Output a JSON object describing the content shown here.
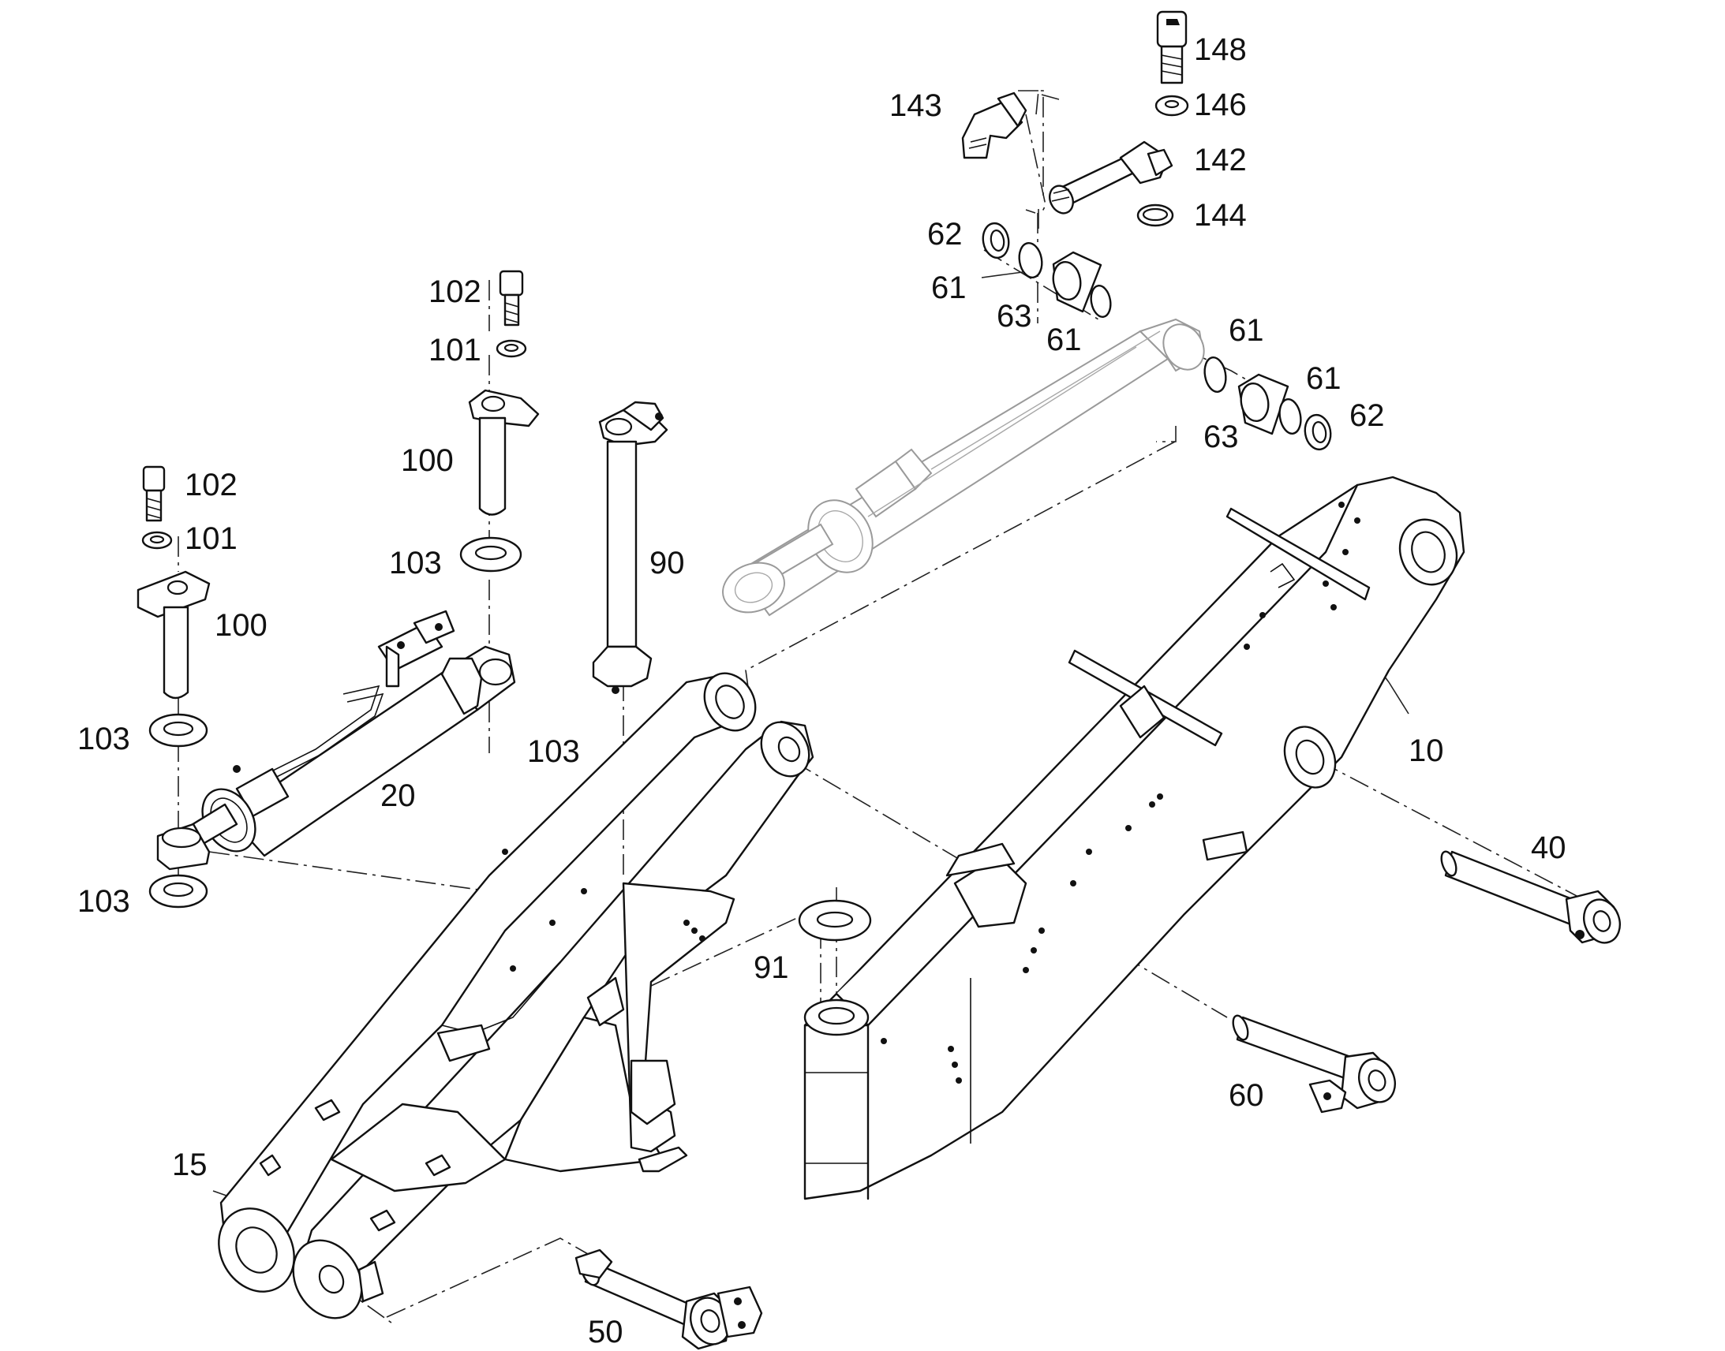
{
  "callouts": [
    {
      "id": "c148",
      "label": "148"
    },
    {
      "id": "c146",
      "label": "146"
    },
    {
      "id": "c143",
      "label": "143"
    },
    {
      "id": "c142",
      "label": "142"
    },
    {
      "id": "c144",
      "label": "144"
    },
    {
      "id": "c62a",
      "label": "62"
    },
    {
      "id": "c61a",
      "label": "61"
    },
    {
      "id": "c63a",
      "label": "63"
    },
    {
      "id": "c61b",
      "label": "61"
    },
    {
      "id": "c61c",
      "label": "61"
    },
    {
      "id": "c61d",
      "label": "61"
    },
    {
      "id": "c62b",
      "label": "62"
    },
    {
      "id": "c63b",
      "label": "63"
    },
    {
      "id": "c102a",
      "label": "102"
    },
    {
      "id": "c101a",
      "label": "101"
    },
    {
      "id": "c100a",
      "label": "100"
    },
    {
      "id": "c103a",
      "label": "103"
    },
    {
      "id": "c90",
      "label": "90"
    },
    {
      "id": "c102b",
      "label": "102"
    },
    {
      "id": "c101b",
      "label": "101"
    },
    {
      "id": "c100b",
      "label": "100"
    },
    {
      "id": "c103b",
      "label": "103"
    },
    {
      "id": "c103c",
      "label": "103"
    },
    {
      "id": "c20",
      "label": "20"
    },
    {
      "id": "c103d",
      "label": "103"
    },
    {
      "id": "c10",
      "label": "10"
    },
    {
      "id": "c40",
      "label": "40"
    },
    {
      "id": "c91",
      "label": "91"
    },
    {
      "id": "c60",
      "label": "60"
    },
    {
      "id": "c15",
      "label": "15"
    },
    {
      "id": "c50",
      "label": "50"
    }
  ],
  "palette": {
    "line": "#111111",
    "ghost": "#9a9a9a",
    "background": "#ffffff"
  }
}
